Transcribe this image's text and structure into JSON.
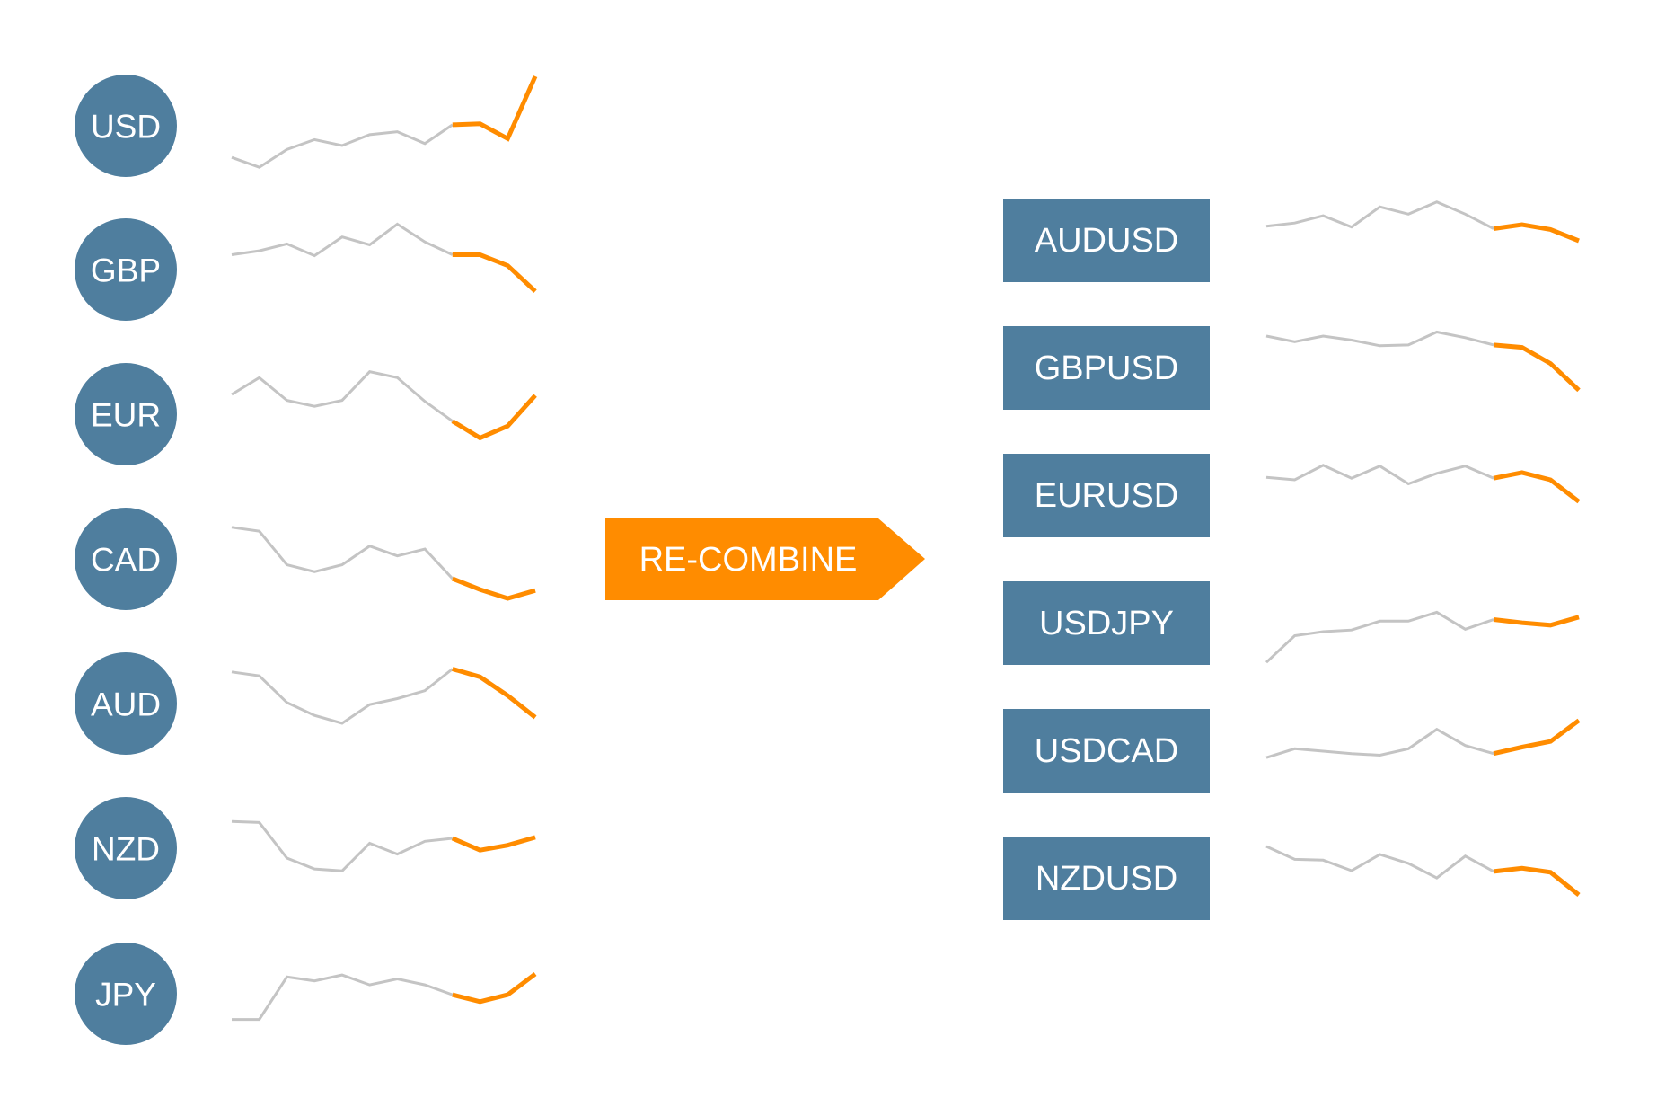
{
  "currencies": [
    {
      "code": "USD",
      "trend": [
        0.82,
        0.92,
        0.74,
        0.64,
        0.7,
        0.59,
        0.56,
        0.68,
        0.49,
        0.48,
        0.63,
        0.0
      ]
    },
    {
      "code": "GBP",
      "trend": [
        0.35,
        0.31,
        0.24,
        0.36,
        0.17,
        0.25,
        0.04,
        0.22,
        0.35,
        0.35,
        0.46,
        0.72
      ]
    },
    {
      "code": "EUR",
      "trend": [
        0.3,
        0.13,
        0.36,
        0.42,
        0.36,
        0.07,
        0.13,
        0.37,
        0.57,
        0.74,
        0.62,
        0.31
      ]
    },
    {
      "code": "CAD",
      "trend": [
        0.18,
        0.22,
        0.56,
        0.63,
        0.56,
        0.37,
        0.47,
        0.4,
        0.7,
        0.81,
        0.9,
        0.82
      ]
    },
    {
      "code": "AUD",
      "trend": [
        0.18,
        0.22,
        0.49,
        0.62,
        0.7,
        0.51,
        0.45,
        0.37,
        0.15,
        0.23,
        0.42,
        0.64
      ]
    },
    {
      "code": "NZD",
      "trend": [
        0.23,
        0.24,
        0.6,
        0.71,
        0.73,
        0.45,
        0.56,
        0.43,
        0.4,
        0.52,
        0.47,
        0.39
      ]
    },
    {
      "code": "JPY",
      "trend": [
        0.76,
        0.76,
        0.33,
        0.37,
        0.31,
        0.41,
        0.35,
        0.41,
        0.51,
        0.58,
        0.51,
        0.3
      ]
    }
  ],
  "center_label": "RE-COMBINE",
  "pairs": [
    {
      "code": "AUDUSD",
      "trend": [
        0.32,
        0.28,
        0.19,
        0.33,
        0.08,
        0.17,
        0.02,
        0.17,
        0.35,
        0.3,
        0.36,
        0.5
      ]
    },
    {
      "code": "GBPUSD",
      "trend": [
        0.1,
        0.17,
        0.1,
        0.15,
        0.22,
        0.21,
        0.05,
        0.12,
        0.21,
        0.24,
        0.44,
        0.77
      ]
    },
    {
      "code": "EURUSD",
      "trend": [
        0.27,
        0.3,
        0.12,
        0.28,
        0.13,
        0.35,
        0.22,
        0.13,
        0.28,
        0.21,
        0.3,
        0.57
      ]
    },
    {
      "code": "USDJPY",
      "trend": [
        0.98,
        0.65,
        0.6,
        0.58,
        0.47,
        0.47,
        0.36,
        0.57,
        0.45,
        0.49,
        0.52,
        0.42
      ]
    },
    {
      "code": "USDCAD",
      "trend": [
        0.58,
        0.47,
        0.5,
        0.53,
        0.55,
        0.47,
        0.23,
        0.43,
        0.53,
        0.45,
        0.38,
        0.12
      ]
    },
    {
      "code": "NZDUSD",
      "trend": [
        0.1,
        0.26,
        0.27,
        0.4,
        0.2,
        0.31,
        0.49,
        0.22,
        0.41,
        0.37,
        0.42,
        0.7
      ]
    }
  ],
  "colors": {
    "node": "#4f7e9e",
    "node_text": "#ffffff",
    "history": "#c4c4c4",
    "recent": "#ff8c00",
    "arrow": "#ff8c00"
  }
}
